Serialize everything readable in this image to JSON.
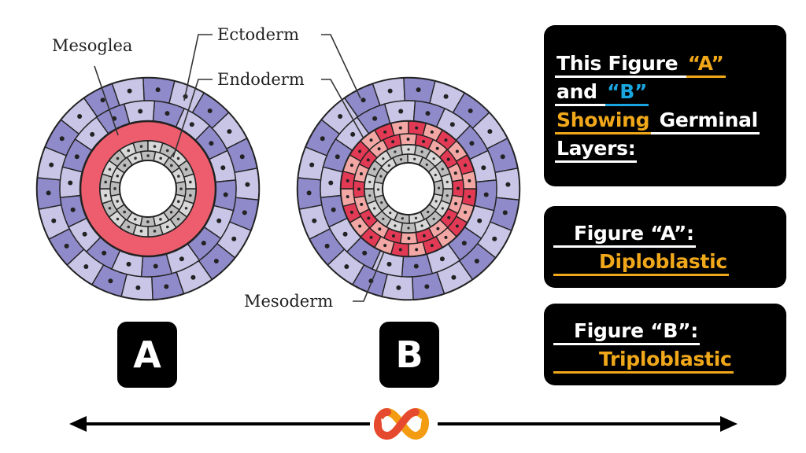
{
  "labels": {
    "mesoglea": "Mesoglea",
    "ectoderm": "Ectoderm",
    "endoderm": "Endoderm",
    "mesoderm": "Mesoderm"
  },
  "badges": {
    "a": "A",
    "b": "B"
  },
  "panel_intro": {
    "line1_prefix": "This Figure ",
    "line1_highlight": "“A”",
    "line2_prefix": "and ",
    "line2_highlight": "“B”",
    "line3_highlight": "Showing",
    "line3_suffix": " Germinal",
    "line4": "Layers:"
  },
  "panel_a": {
    "title": "Figure “A”:",
    "value": "Diploblastic"
  },
  "panel_b": {
    "title": "Figure “B”:",
    "value": "Triploblastic"
  },
  "colors": {
    "ectoderm_dark": "#8f8ac9",
    "ectoderm_light": "#c8c5e6",
    "mesoglea": "#ee5d6d",
    "mesoderm_dark": "#e23a55",
    "mesoderm_light": "#f3a7a5",
    "endoderm": "#bcbcbc",
    "accent_orange": "#f0a81a",
    "accent_blue": "#19a6e0",
    "logo_orange": "#f39c12",
    "logo_red": "#e64a2e"
  },
  "icons": {
    "logo": "infinity-logo-icon",
    "arrow": "double-arrow-icon"
  }
}
